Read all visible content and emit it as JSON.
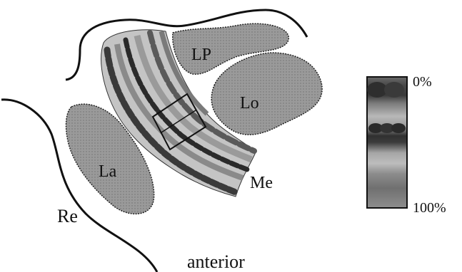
{
  "labels": {
    "lp": "LP",
    "lo": "Lo",
    "la": "La",
    "me": "Me",
    "re": "Re",
    "anterior": "anterior"
  },
  "scale": {
    "top_label": "0%",
    "bottom_label": "100%"
  },
  "colors": {
    "outline": "#111111",
    "nucleus_fill": "#9d9d9d",
    "nucleus_dots": "#444444",
    "band_light": "#b9b9b9",
    "band_mid": "#8a8a8a",
    "band_dark": "#5a5a5a",
    "band_darkest": "#2f2f2f"
  }
}
